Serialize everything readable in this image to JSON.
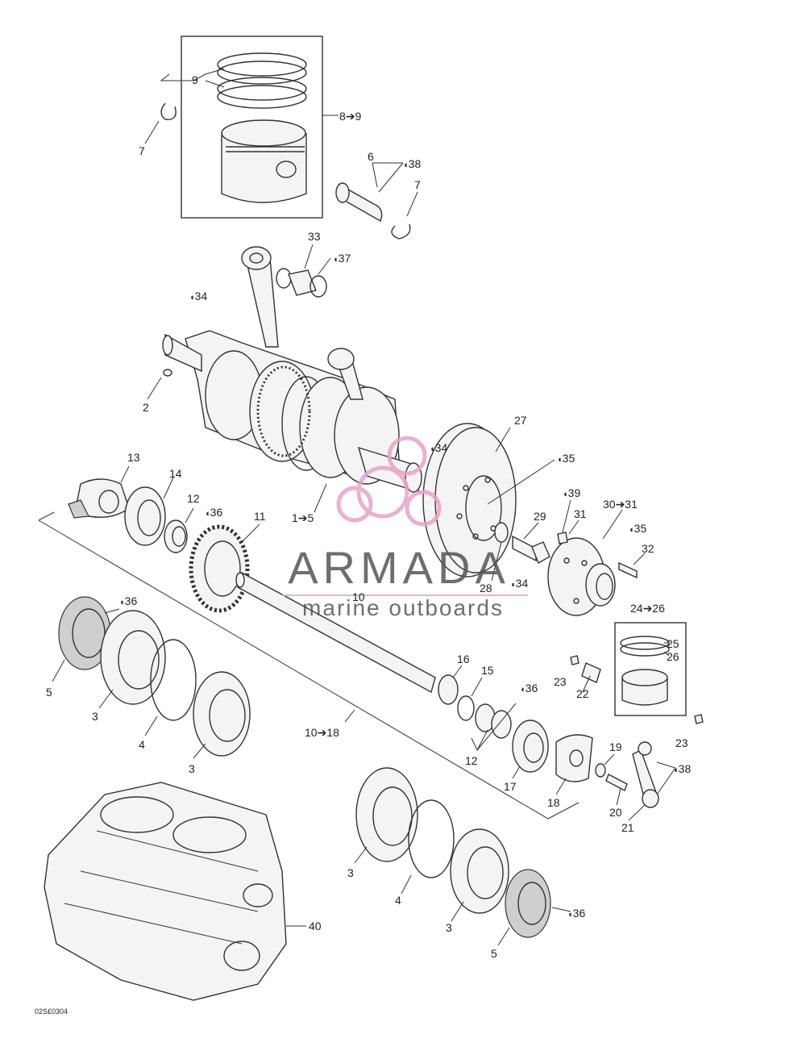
{
  "labels": {
    "l1": "1➔5",
    "l2": "2",
    "l3a": "3",
    "l3b": "3",
    "l3c": "3",
    "l3d": "3",
    "l4a": "4",
    "l4b": "4",
    "l5a": "5",
    "l5b": "5",
    "l6": "6",
    "l7a": "7",
    "l7b": "7",
    "l8": "8➔9",
    "l9": "9",
    "l10": "10",
    "l10r": "10➔18",
    "l11": "11",
    "l12a": "12",
    "l12b": "12",
    "l13": "13",
    "l14": "14",
    "l15": "15",
    "l16": "16",
    "l17": "17",
    "l18": "18",
    "l19": "19",
    "l20": "20",
    "l21": "21",
    "l22": "22",
    "l23a": "23",
    "l23b": "23",
    "l24": "24➔26",
    "l25": "25",
    "l26": "26",
    "l27": "27",
    "l28": "28",
    "l29": "29",
    "l30": "30➔31",
    "l31": "31",
    "l32": "32",
    "l33": "33",
    "l40": "40",
    "d34a": "34",
    "d34b": "34",
    "d34c": "34",
    "d35a": "35",
    "d35b": "35",
    "d36a": "36",
    "d36b": "36",
    "d36c": "36",
    "d36d": "36",
    "d37": "37",
    "d38a": "38",
    "d38b": "38",
    "d39": "39"
  },
  "watermark": {
    "brand": "ARMADA",
    "tagline": "marine outboards",
    "accent_color": "#e8a3c8"
  },
  "footer": {
    "code": "02S£0304"
  }
}
